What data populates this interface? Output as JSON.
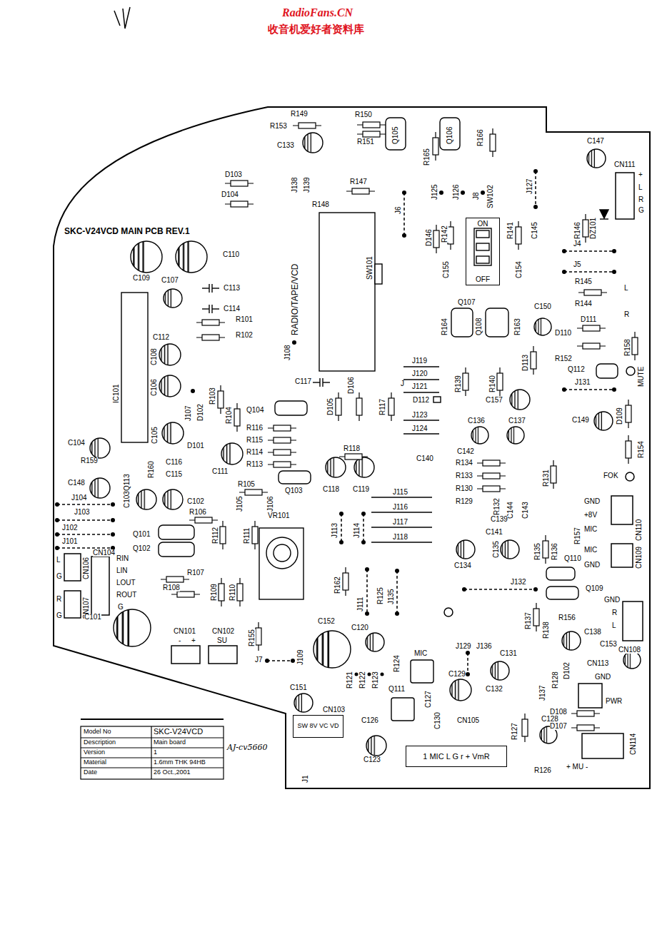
{
  "diagram": {
    "nodes": [
      {
        "text": [
          "ON",
          "OFF"
        ]
      },
      {
        "text": [
          "SW 8V VC VD"
        ]
      },
      {
        "text": [
          "1 MIC L G r + VmR"
        ]
      }
    ],
    "labels": [
      "RadioFans.CN",
      "收音机爱好者资料库",
      "R149",
      "R153",
      "R150",
      "R151",
      "C133",
      "Q105",
      "R165",
      "Q106",
      "R166",
      "C147",
      "CN111",
      "G",
      "R",
      "L",
      "+",
      "D103",
      "D104",
      "J138",
      "J139",
      "R147",
      "R148",
      "J6",
      "J125",
      "J126",
      "J8",
      "J127",
      "R146",
      "DZ101",
      "SW102",
      "D146",
      "R142",
      "R141",
      "C145",
      "C155",
      "C154",
      "J4",
      "J5",
      "SKC-V24VCD MAIN PCB REV.1",
      "C109",
      "C110",
      "RADIO/TAPE/VCD",
      "SW101",
      "C107",
      "C113",
      "C114",
      "R101",
      "R102",
      "R145",
      "L",
      "R144",
      "R",
      "C150",
      "D111",
      "D110",
      "R152",
      "Q107",
      "R164",
      "Q108",
      "R163",
      "R158",
      "C112",
      "IC101",
      "C108",
      "C106",
      "J108",
      "J119",
      "J120",
      "J121",
      "J",
      "J123",
      "J124",
      "R139",
      "R140",
      "D113",
      "Q112",
      "MUTE",
      "J131",
      "C117",
      "D105",
      "D106",
      "R117",
      "D112",
      "C157",
      "C149",
      "D109",
      "J107",
      "D102",
      "R103",
      "R104",
      "Q104",
      "R116",
      "R115",
      "R114",
      "R113",
      "R118",
      "C136",
      "C137",
      "C104",
      "C105",
      "C142",
      "R154",
      "D101",
      "C116",
      "R160",
      "R159",
      "C115",
      "C111",
      "R105",
      "C140",
      "R134",
      "R133",
      "R130",
      "R129",
      "R131",
      "FOK",
      "C148",
      "C103",
      "Q113",
      "Q103",
      "C118",
      "C119",
      "J115",
      "J116",
      "J117",
      "J118",
      "R132",
      "C144",
      "C143",
      "GND",
      "+8V",
      "MIC",
      "CN110",
      "J104",
      "J103",
      "C102",
      "R106",
      "J105",
      "J106",
      "J113",
      "J114",
      "C139",
      "C141",
      "R157",
      "J102",
      "J101",
      "Q101",
      "Q102",
      "R112",
      "R111",
      "VR101",
      "MIC",
      "GND",
      "CN109",
      "C134",
      "C135",
      "R135",
      "R136",
      "Q110",
      "L",
      "G",
      "CN106",
      "R",
      "G",
      "CN107",
      "CN104",
      "RIN",
      "LIN",
      "LOUT",
      "ROUT",
      "G",
      "R107",
      "R108",
      "R109",
      "R110",
      "R162",
      "J111",
      "R125",
      "J135",
      "J132",
      "Q109",
      "R137",
      "R138",
      "R156",
      "GND",
      "R",
      "L",
      "CN108",
      "C101",
      "C152",
      "C120",
      "CN101",
      "-",
      "+",
      "CN102",
      "SU",
      "R155",
      "C138",
      "C153",
      "J7",
      "J109",
      "MIC",
      "R124",
      "R121",
      "R122",
      "R123",
      "J129",
      "J136",
      "C131",
      "C132",
      "C129",
      "R128",
      "D102",
      "CN113",
      "GND",
      "J137",
      "PWR",
      "D108",
      "D107",
      "C151",
      "Q111",
      "C127",
      "C130",
      "CN103",
      "C126",
      "CN105",
      "C128",
      "R127",
      "+ MU -",
      "R126",
      "CN114",
      "J1",
      "C123",
      "Model No",
      "Description",
      "Version",
      "Material",
      "Date",
      "SKC-V24VCD",
      "Main board",
      "1",
      "1.6mm THK 94HB",
      "26 Oct.,2001",
      "AJ-cv5660"
    ]
  }
}
